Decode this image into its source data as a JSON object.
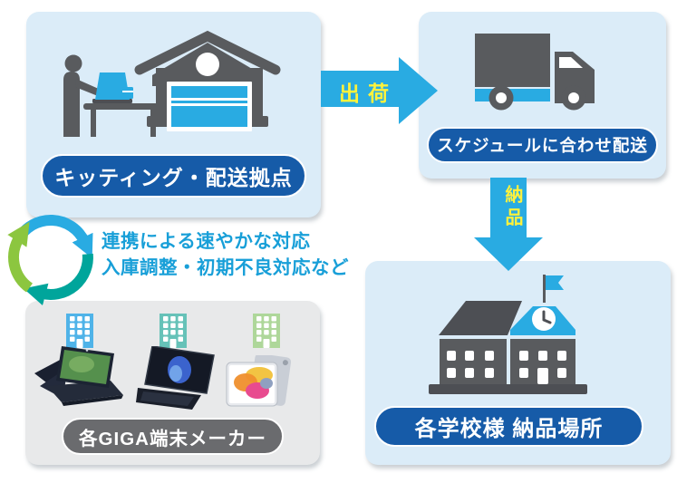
{
  "colors": {
    "accent": "#29abe2",
    "dark_blue": "#165ba8",
    "yellow": "#fff23c",
    "teal": "#00a59b",
    "green": "#8cc63f",
    "icon_gray": "#595b5e",
    "roof_gray": "#4d4f54",
    "panel_blue": "#dbecf8",
    "panel_gray": "#e8e9ea",
    "banner_gray": "#6a6b6e",
    "note_blue": "#189fd8"
  },
  "nodes": {
    "kitting": {
      "label": "キッティング・配送拠点"
    },
    "delivery": {
      "label": "スケジュールに合わせ配送"
    },
    "school": {
      "label": "各学校様 納品場所"
    },
    "makers": {
      "label": "各GIGA端末メーカー"
    }
  },
  "arrows": {
    "ship": {
      "label": "出荷"
    },
    "deliver": {
      "label": "納品"
    }
  },
  "cycle_note": {
    "line1": "連携による速やかな対応",
    "line2": "入庫調整・初期不良対応など"
  },
  "maker_buildings": {
    "colors": [
      "#4fb3e8",
      "#66c2b8",
      "#aed79a"
    ]
  }
}
